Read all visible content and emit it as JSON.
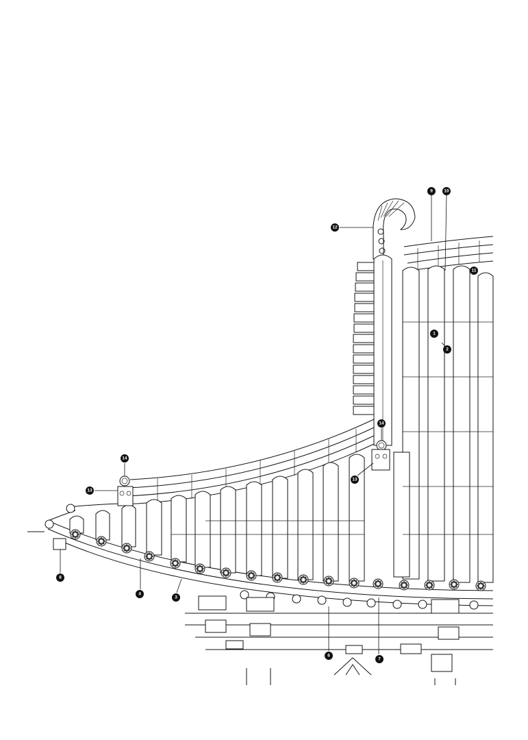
{
  "diagram": {
    "callouts": [
      {
        "id": "c1",
        "label": "1"
      },
      {
        "id": "c2",
        "label": "2"
      },
      {
        "id": "c3",
        "label": "3"
      },
      {
        "id": "c4",
        "label": "4"
      },
      {
        "id": "c6",
        "label": "6"
      },
      {
        "id": "c7",
        "label": "7"
      },
      {
        "id": "c8",
        "label": "8"
      },
      {
        "id": "c9",
        "label": "9"
      },
      {
        "id": "c10",
        "label": "10"
      },
      {
        "id": "c11",
        "label": "11"
      },
      {
        "id": "c12",
        "label": "12"
      },
      {
        "id": "c13a",
        "label": "13"
      },
      {
        "id": "c13b",
        "label": "13"
      },
      {
        "id": "c14a",
        "label": "14"
      },
      {
        "id": "c14b",
        "label": "14"
      }
    ]
  }
}
